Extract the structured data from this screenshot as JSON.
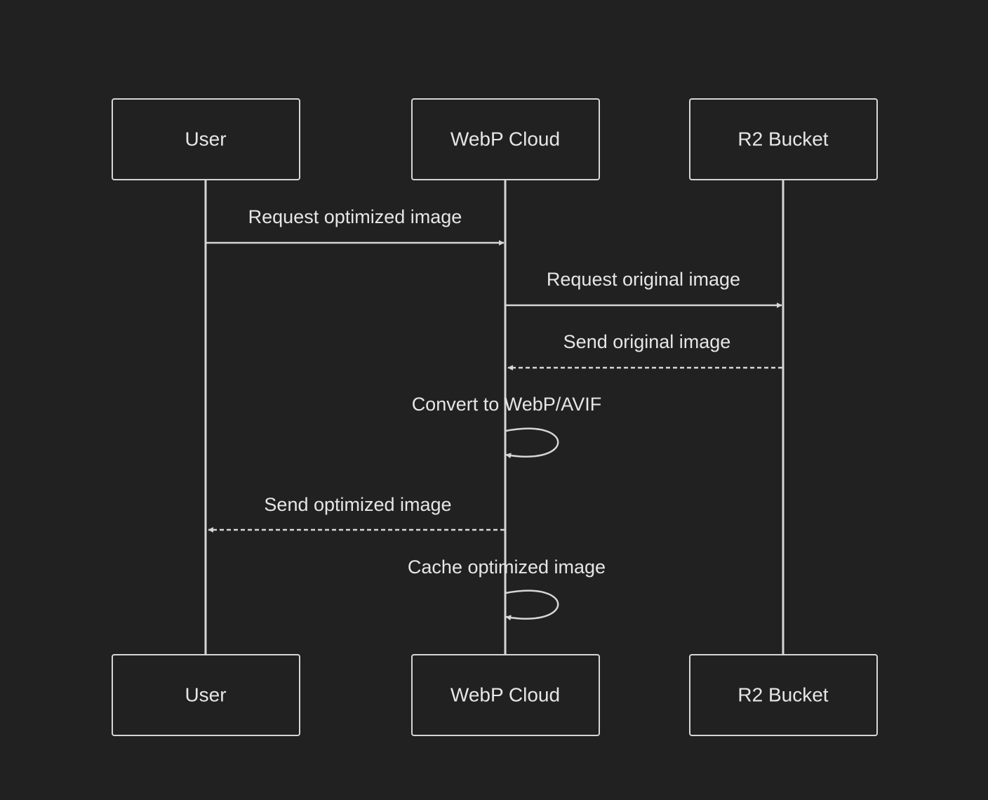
{
  "diagram": {
    "type": "sequence",
    "colors": {
      "background": "#212121",
      "stroke": "#d6d6d6",
      "text": "#e6e6e6"
    },
    "participants": [
      {
        "id": "user",
        "label": "User"
      },
      {
        "id": "webp",
        "label": "WebP Cloud"
      },
      {
        "id": "r2",
        "label": "R2 Bucket"
      }
    ],
    "messages": [
      {
        "from": "user",
        "to": "webp",
        "label": "Request optimized image",
        "style": "solid"
      },
      {
        "from": "webp",
        "to": "r2",
        "label": "Request original image",
        "style": "solid"
      },
      {
        "from": "r2",
        "to": "webp",
        "label": "Send original image",
        "style": "dashed"
      },
      {
        "from": "webp",
        "to": "webp",
        "label": "Convert to WebP/AVIF",
        "style": "solid"
      },
      {
        "from": "webp",
        "to": "user",
        "label": "Send optimized image",
        "style": "dashed"
      },
      {
        "from": "webp",
        "to": "webp",
        "label": "Cache optimized image",
        "style": "solid"
      }
    ]
  }
}
